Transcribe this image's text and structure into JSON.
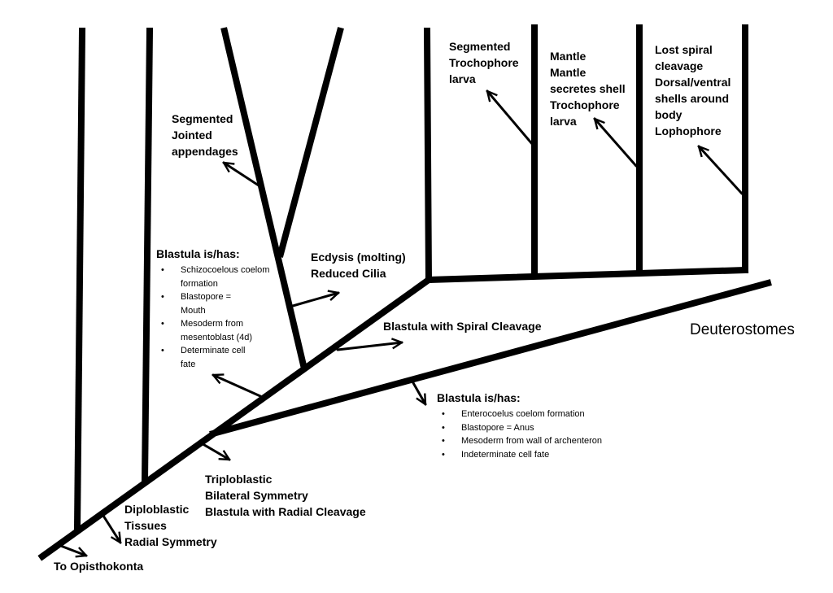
{
  "labels": {
    "opisthokonta": "To Opisthokonta",
    "diploblastic": [
      "Diploblastic",
      "Tissues",
      "Radial Symmetry"
    ],
    "triploblastic": [
      "Triploblastic",
      "Bilateral Symmetry",
      "Blastula with Radial Cleavage"
    ],
    "protostome_blastula": {
      "title": "Blastula is/has:",
      "items": [
        "Schizocoelous coelom formation",
        "Blastopore = Mouth",
        "Mesoderm from mesentoblast (4d)",
        "Determinate cell fate"
      ]
    },
    "arthropod": [
      "Segmented",
      "Jointed",
      "appendages"
    ],
    "ecdysis": [
      "Ecdysis (molting)",
      "Reduced Cilia"
    ],
    "spiral": "Blastula with Spiral Cleavage",
    "annelid": [
      "Segmented",
      "Trochophore",
      "larva"
    ],
    "mollusc": [
      "Mantle",
      "Mantle",
      "secretes shell",
      "Trochophore",
      "larva"
    ],
    "brachiopod": [
      "Lost spiral",
      "cleavage",
      "Dorsal/ventral",
      "shells around",
      "body",
      "Lophophore"
    ],
    "deuterostomes": "Deuterostomes",
    "deuterostome_blastula": {
      "title": "Blastula is/has:",
      "items": [
        "Enterocoelus coelom formation",
        "Blastopore = Anus",
        "Mesoderm from wall of archenteron",
        "Indeterminate cell fate"
      ]
    }
  }
}
